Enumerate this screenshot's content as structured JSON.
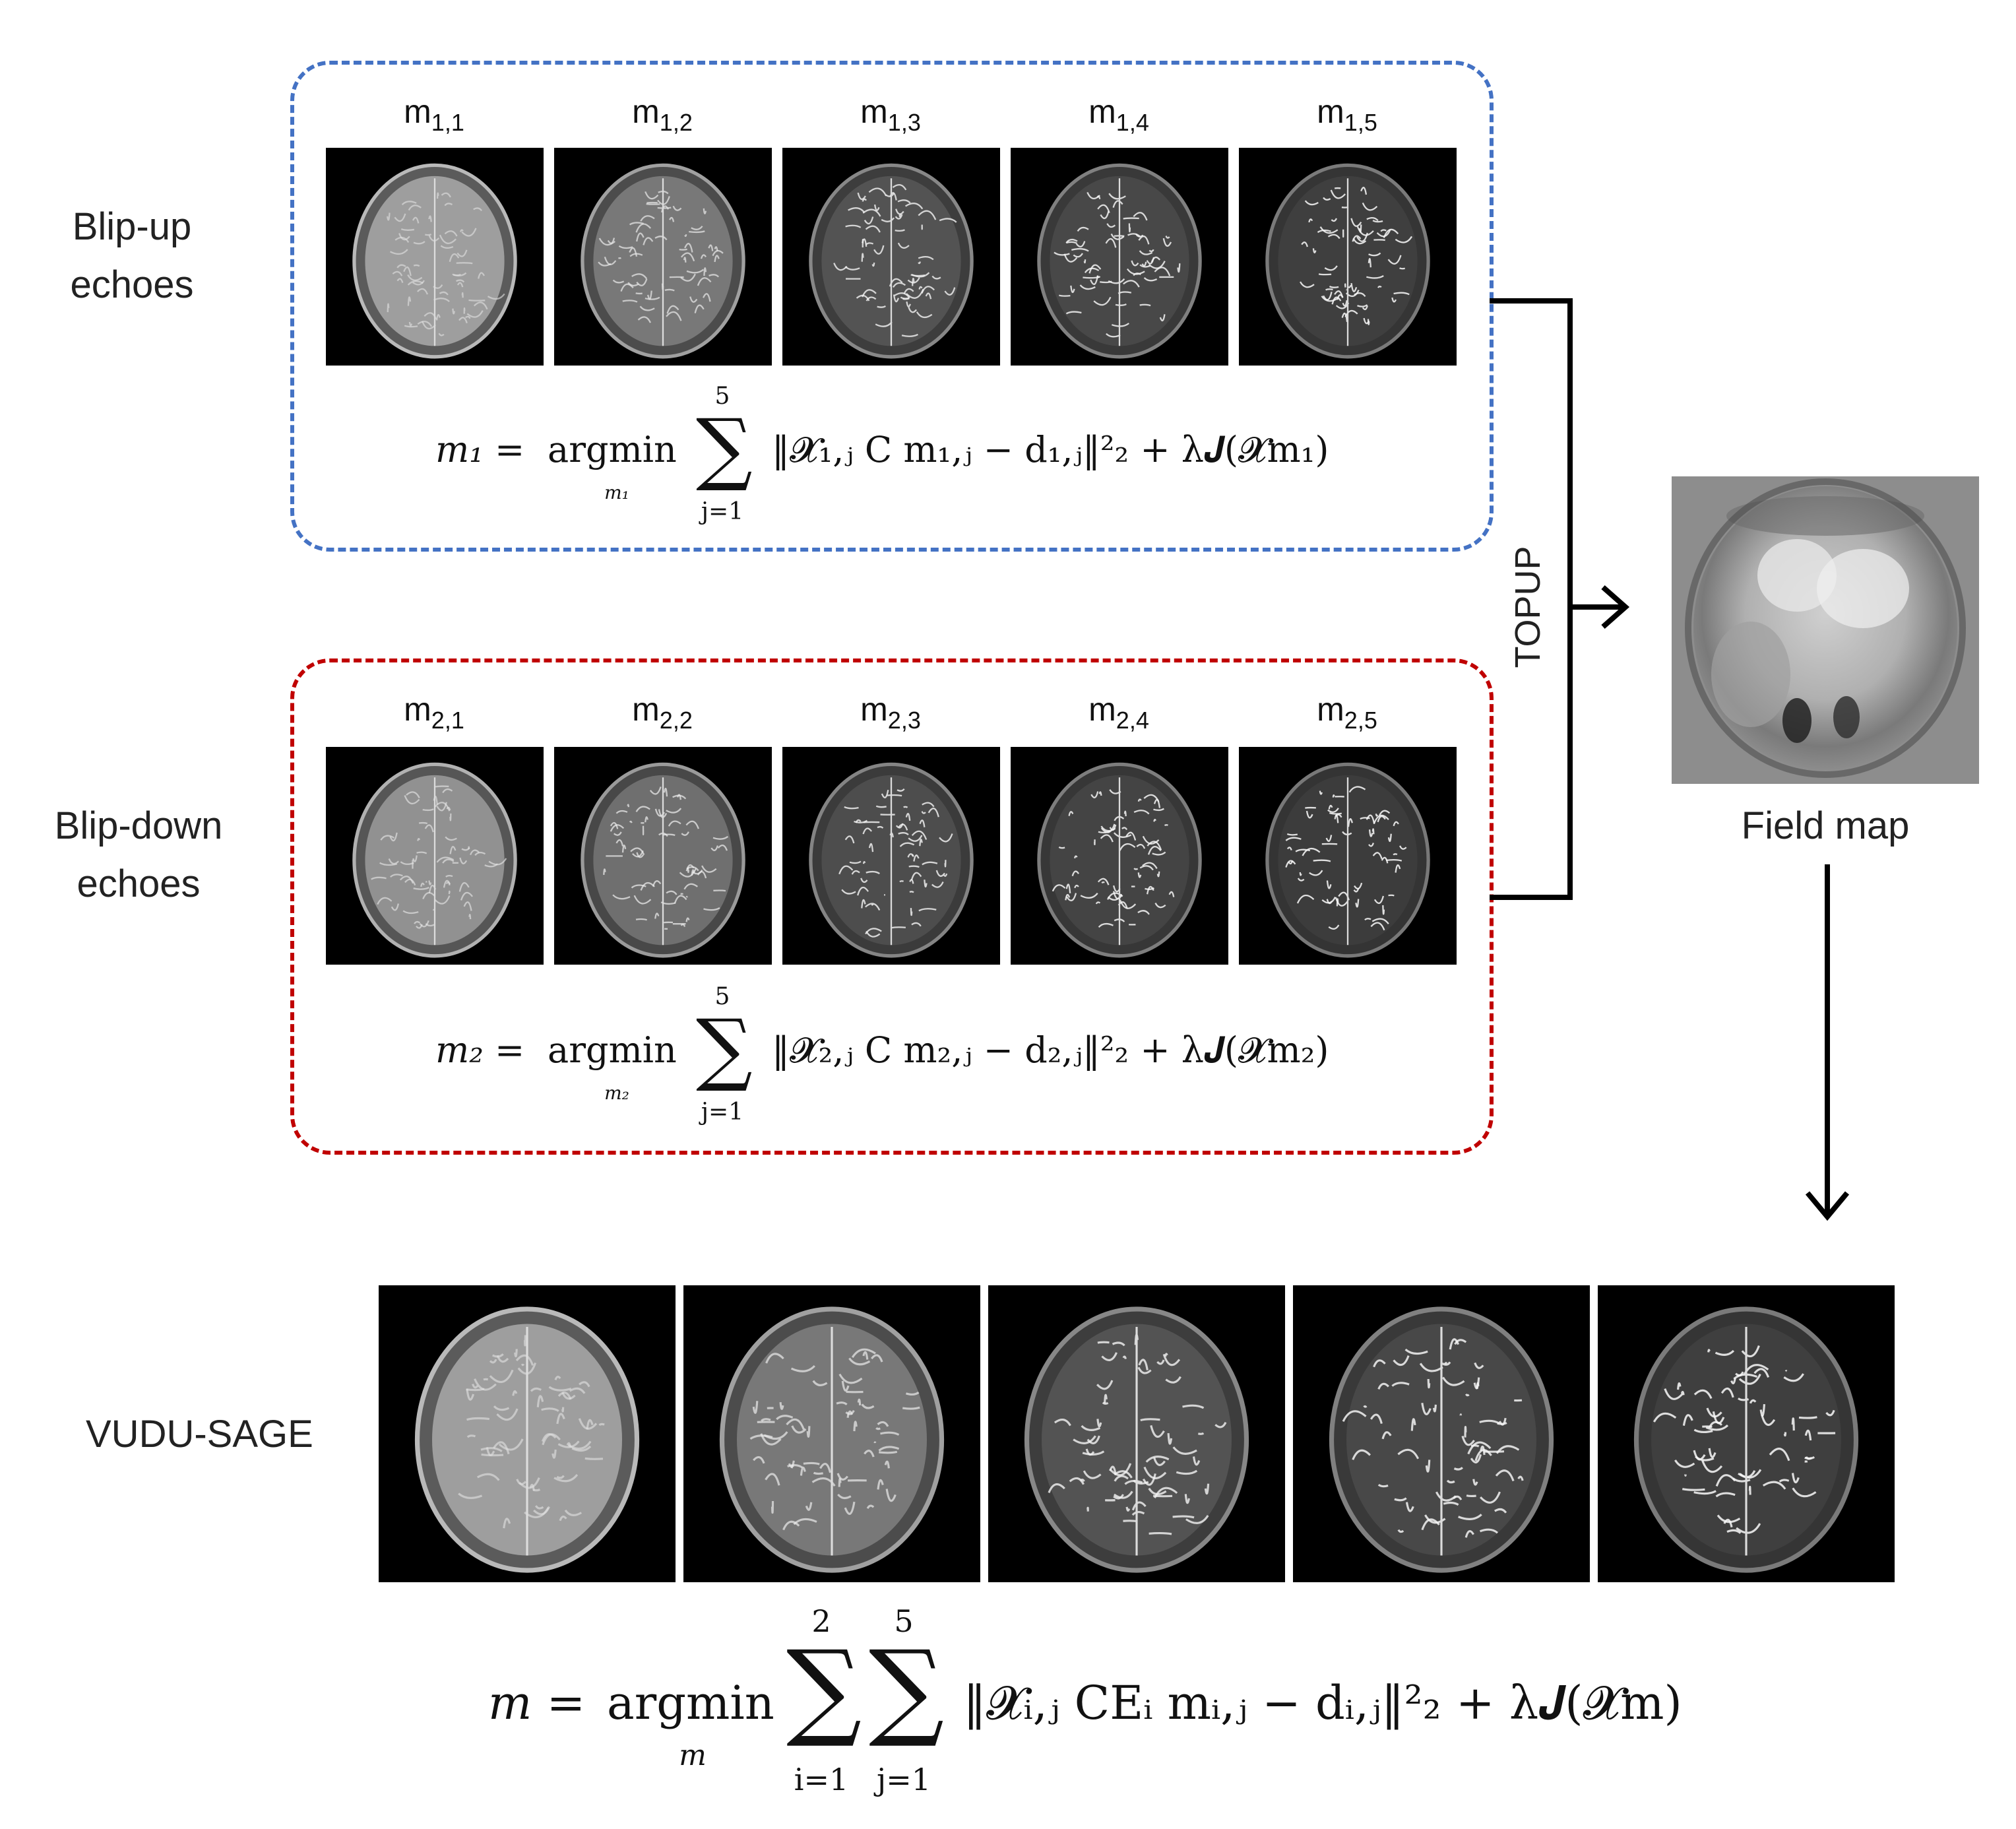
{
  "labels": {
    "blip_up": [
      "Blip-up",
      "echoes"
    ],
    "blip_down": [
      "Blip-down",
      "echoes"
    ],
    "vudu": "VUDU-SAGE",
    "field_map": "Field map",
    "topup": "TOPUP"
  },
  "blip_up": {
    "echo_base": "m",
    "echo_subs": [
      "1,1",
      "1,2",
      "1,3",
      "1,4",
      "1,5"
    ],
    "equation": {
      "lhs": "m₁ =",
      "argmin": "argmin",
      "under": "m₁",
      "sum_top": "5",
      "sum_bottom": "j=1",
      "body": "‖𝓧₁,ⱼ C m₁,ⱼ − d₁,ⱼ‖²₂ + λ𝑱(𝓧m₁)"
    },
    "border_color": "#4472c4"
  },
  "blip_down": {
    "echo_base": "m",
    "echo_subs": [
      "2,1",
      "2,2",
      "2,3",
      "2,4",
      "2,5"
    ],
    "equation": {
      "lhs": "m₂ =",
      "argmin": "argmin",
      "under": "m₂",
      "sum_top": "5",
      "sum_bottom": "j=1",
      "body": "‖𝓧₂,ⱼ C m₂,ⱼ − d₂,ⱼ‖²₂ + λ𝑱(𝓧m₂)"
    },
    "border_color": "#c00000"
  },
  "vudu": {
    "equation": {
      "lhs": "m =",
      "argmin": "argmin",
      "under": "m",
      "sum1_top": "2",
      "sum1_bottom": "i=1",
      "sum2_top": "5",
      "sum2_bottom": "j=1",
      "body": "‖𝓧ᵢ,ⱼ CEᵢ mᵢ,ⱼ − dᵢ,ⱼ‖²₂ + λ𝑱(𝓧m)"
    }
  }
}
